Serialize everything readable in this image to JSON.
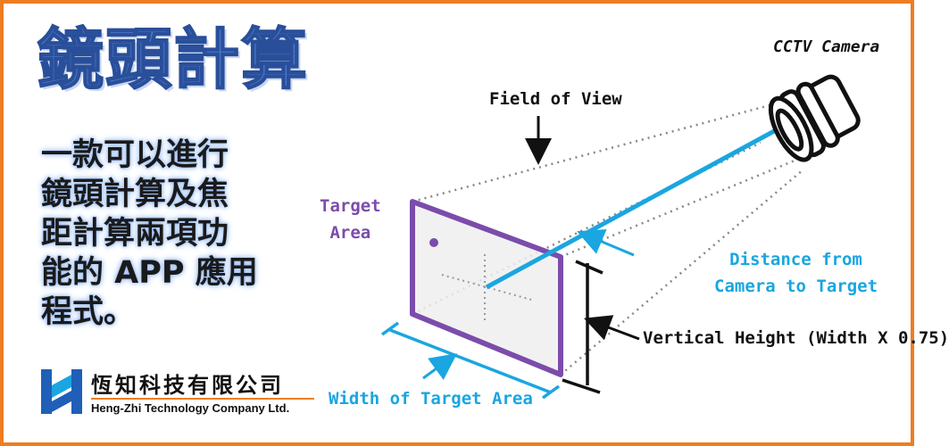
{
  "title": "鏡頭計算",
  "description_lines": [
    "一款可以進行",
    "鏡頭計算及焦",
    "距計算兩項功",
    "能的 APP 應用",
    "程式。"
  ],
  "company": {
    "name_cn": "恆知科技有限公司",
    "name_en": "Heng-Zhi Technology Company Ltd."
  },
  "diagram": {
    "camera_label": "CCTV Camera",
    "fov_label": "Field of View",
    "target_label_line1": "Target",
    "target_label_line2": "Area",
    "distance_label_line1": "Distance from",
    "distance_label_line2": "Camera to Target",
    "vertical_label": "Vertical Height (Width X 0.75)",
    "width_label": "Width of Target Area"
  },
  "colors": {
    "border": "#ee7d22",
    "title": "#4a78c8",
    "accent_blue": "#1aa6e0",
    "target_purple": "#7b4cab"
  }
}
